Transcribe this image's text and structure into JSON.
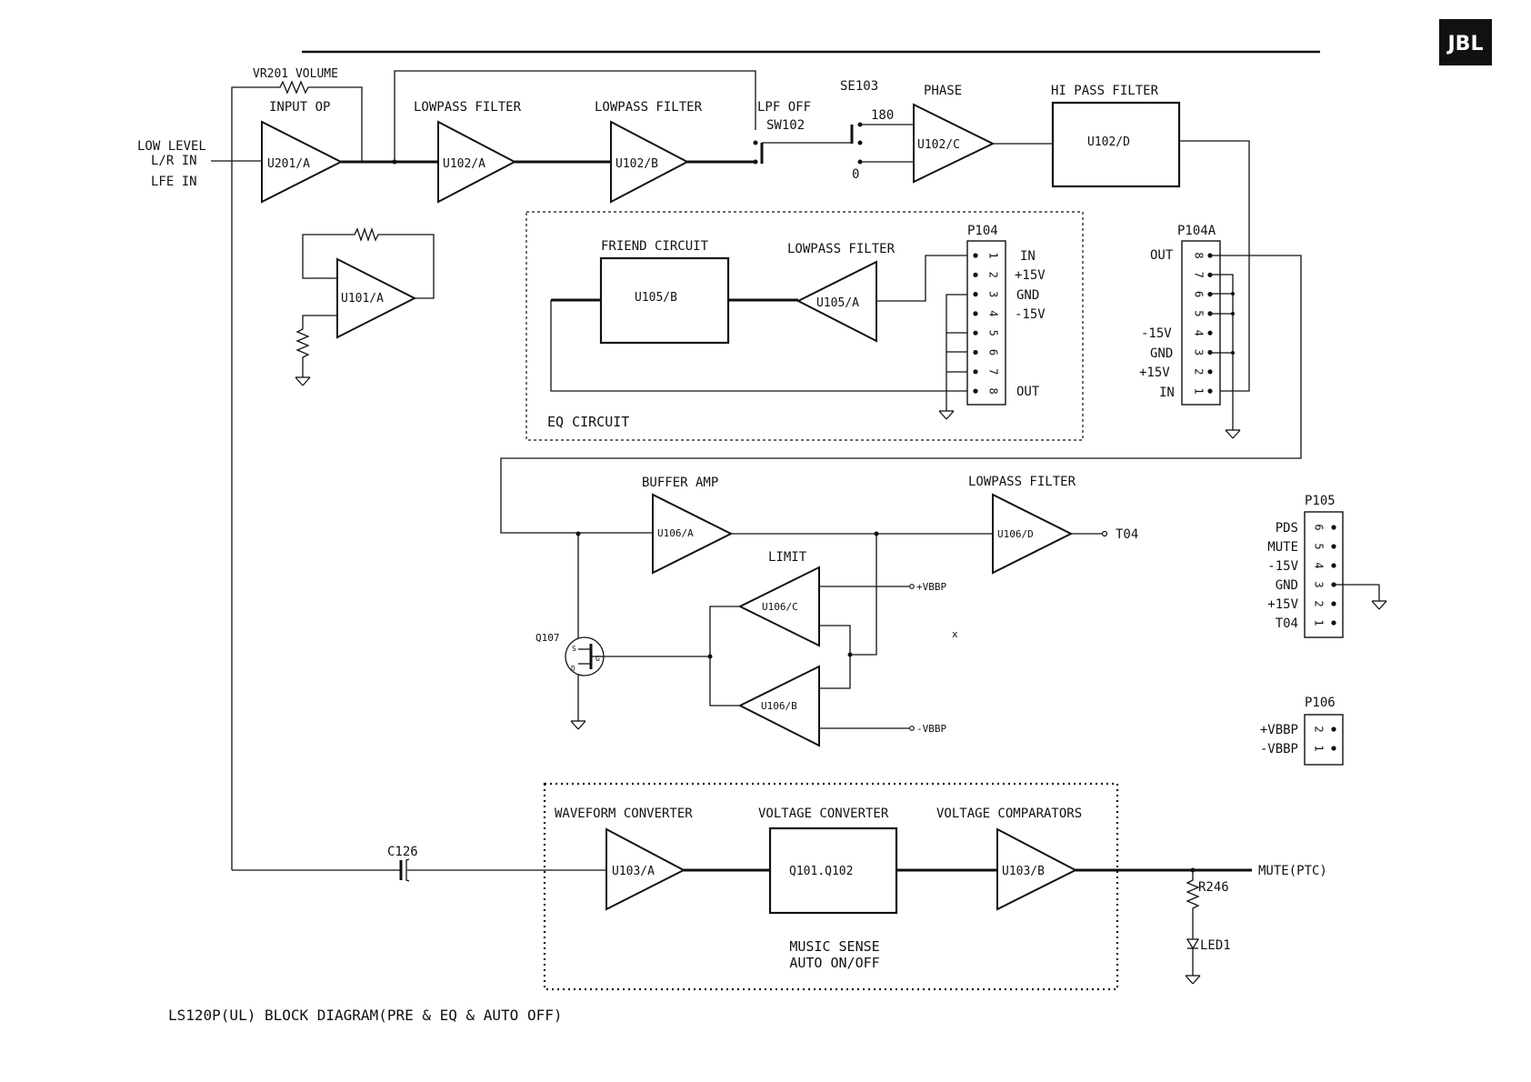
{
  "brand": {
    "logo_text": "JBL"
  },
  "caption": "LS120P(UL) BLOCK DIAGRAM(PRE & EQ & AUTO OFF)",
  "inputs": {
    "low_level": "LOW LEVEL",
    "lr_in": "L/R IN",
    "lfe_in": "LFE IN"
  },
  "volume": {
    "label": "VR201 VOLUME"
  },
  "stages": {
    "input_op": {
      "label": "INPUT OP",
      "ic": "U201/A"
    },
    "lowpass1": {
      "label": "LOWPASS FILTER",
      "ic": "U102/A"
    },
    "lowpass2": {
      "label": "LOWPASS FILTER",
      "ic": "U102/B"
    },
    "lpf_switch": {
      "line1": "LPF OFF",
      "line2": "SW102"
    },
    "phase_switch": {
      "label": "SE103",
      "pos_180": "180",
      "pos_0": "0"
    },
    "phase": {
      "label": "PHASE",
      "ic": "U102/C"
    },
    "hipass": {
      "label": "HI PASS FILTER",
      "ic": "U102/D"
    },
    "u101": {
      "ic": "U101/A"
    },
    "friend": {
      "label": "FRIEND CIRCUIT",
      "ic": "U105/B"
    },
    "eq_lowpass": {
      "label": "LOWPASS FILTER",
      "ic": "U105/A"
    },
    "eq_block": {
      "label": "EQ CIRCUIT"
    },
    "buffer": {
      "label": "BUFFER AMP",
      "ic": "U106/A"
    },
    "out_lowpass": {
      "label": "LOWPASS FILTER",
      "ic": "U106/D",
      "out": "T04"
    },
    "limit": {
      "label": "LIMIT",
      "ic_c": "U106/C",
      "ic_b": "U106/B",
      "vbbp_pos": "+VBBP",
      "vbbp_neg": "-VBBP"
    },
    "q107": {
      "label": "Q107",
      "s": "S",
      "d": "D",
      "g": "G"
    },
    "waveform": {
      "label": "WAVEFORM CONVERTER",
      "ic": "U103/A"
    },
    "voltage_conv": {
      "label": "VOLTAGE CONVERTER",
      "ic": "Q101.Q102"
    },
    "comparators": {
      "label": "VOLTAGE COMPARATORS",
      "ic": "U103/B"
    },
    "music_sense": {
      "line1": "MUSIC SENSE",
      "line2": "AUTO ON/OFF"
    },
    "c126": {
      "label": "C126"
    },
    "r246": {
      "label": "R246"
    },
    "led1": {
      "label": "LED1"
    },
    "mute_out": {
      "label": "MUTE(PTC)"
    },
    "stray_mark": "x"
  },
  "connectors": {
    "p104": {
      "name": "P104",
      "pins": [
        "1",
        "2",
        "3",
        "4",
        "5",
        "6",
        "7",
        "8"
      ],
      "signals": {
        "in": "IN",
        "p15": "+15V",
        "gnd": "GND",
        "m15": "-15V",
        "out": "OUT"
      }
    },
    "p104a": {
      "name": "P104A",
      "pins": [
        "8",
        "7",
        "6",
        "5",
        "4",
        "3",
        "2",
        "1"
      ],
      "signals": {
        "out": "OUT",
        "m15": "-15V",
        "gnd": "GND",
        "p15": "+15V",
        "in": "IN"
      }
    },
    "p105": {
      "name": "P105",
      "pins": [
        "6",
        "5",
        "4",
        "3",
        "2",
        "1"
      ],
      "signals": [
        "PDS",
        "MUTE",
        "-15V",
        "GND",
        "+15V",
        "T04"
      ]
    },
    "p106": {
      "name": "P106",
      "pins": [
        "2",
        "1"
      ],
      "signals": [
        "+VBBP",
        "-VBBP"
      ]
    }
  }
}
